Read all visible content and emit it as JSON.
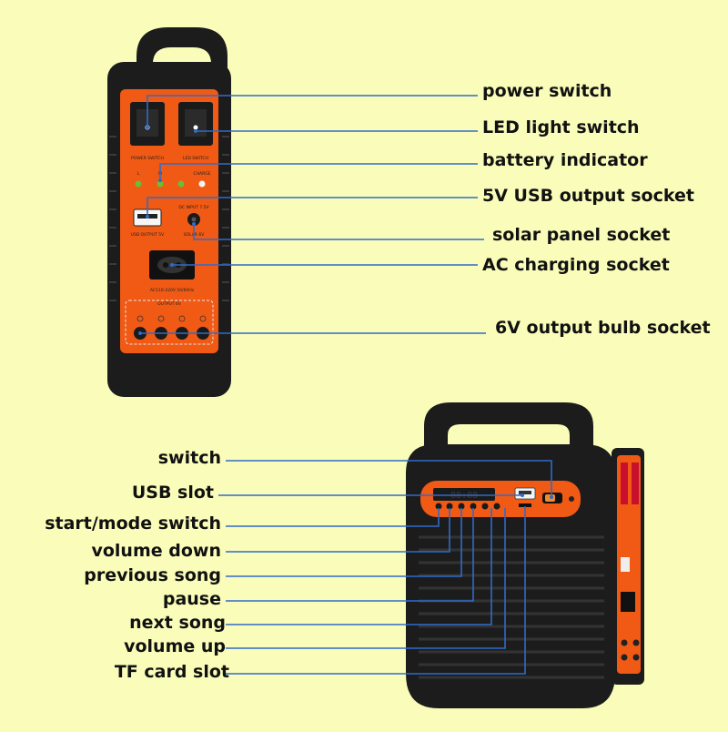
{
  "colors": {
    "background": "#fafdb9",
    "device_body": "#1c1c1c",
    "panel_orange": "#f05a14",
    "leader_line": "#2f6bc8"
  },
  "top_device": {
    "panel_text": {
      "power_switch": "POWER SWITCH",
      "led_switch": "LED SWITCH",
      "led_l": "L",
      "led_m": "M",
      "charge": "CHARGE",
      "dc_input": "DC INPUT 7.5V",
      "usb_output": "USB OUTPUT 5V",
      "solar": "SOLAR 6V",
      "ac_rating": "AC110-220V 50/60Hz",
      "output": "OUTPUT 6V"
    },
    "callouts": [
      {
        "id": "power-switch",
        "text": "power switch"
      },
      {
        "id": "led-light-switch",
        "text": "LED light switch"
      },
      {
        "id": "battery-indicator",
        "text": "battery indicator"
      },
      {
        "id": "usb-output-socket",
        "text": "5V USB output socket"
      },
      {
        "id": "solar-panel-socket",
        "text": "solar panel socket"
      },
      {
        "id": "ac-charging-socket",
        "text": "AC charging socket"
      },
      {
        "id": "bulb-socket",
        "text": "6V output bulb socket"
      }
    ]
  },
  "bottom_device": {
    "display_text": "88:88",
    "callouts": [
      {
        "id": "switch",
        "text": "switch"
      },
      {
        "id": "usb-slot",
        "text": "USB slot"
      },
      {
        "id": "start-mode-switch",
        "text": "start/mode switch"
      },
      {
        "id": "volume-down",
        "text": "volume down"
      },
      {
        "id": "previous-song",
        "text": "previous song"
      },
      {
        "id": "pause",
        "text": "pause"
      },
      {
        "id": "next-song",
        "text": "next song"
      },
      {
        "id": "volume-up",
        "text": "volume up"
      },
      {
        "id": "tf-card-slot",
        "text": "TF card slot"
      }
    ]
  }
}
